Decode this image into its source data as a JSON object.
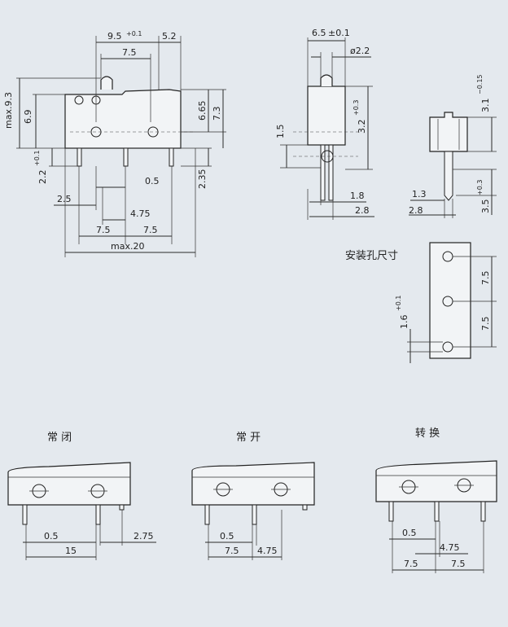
{
  "front_view": {
    "dim_top_left": "9.5",
    "dim_top_left_tol": "+0.1",
    "dim_top_right": "5.2",
    "dim_top_inner": "7.5",
    "dim_max_height": "max.9.3",
    "dim_6_9": "6.9",
    "dim_6_65": "6.65",
    "dim_7_3": "7.3",
    "dim_2_2": "2.2",
    "dim_2_2_tol": "+0.1",
    "dim_2_35": "2.35",
    "dim_0_5": "0.5",
    "dim_2_5": "2.5",
    "dim_4_75": "4.75",
    "dim_7_5_left": "7.5",
    "dim_7_5_right": "7.5",
    "dim_max_width": "max.20"
  },
  "side_view": {
    "dim_width": "6.5",
    "dim_width_tol": "±0.1",
    "dim_diameter": "ø2.2",
    "dim_1_5": "1.5",
    "dim_3_2": "3.2",
    "dim_3_2_tol": "+0.3",
    "dim_1_8": "1.8",
    "dim_2_8": "2.8"
  },
  "end_view": {
    "dim_3_1": "3.1",
    "dim_3_1_tol": "−0.15",
    "dim_1_3": "1.3",
    "dim_2_8": "2.8",
    "dim_3_5": "3.5",
    "dim_3_5_tol": "+0.3"
  },
  "mounting": {
    "title": "安装孔尺寸",
    "dim_1_6": "1.6",
    "dim_1_6_tol": "+0.1",
    "dim_7_5_top": "7.5",
    "dim_7_5_bottom": "7.5"
  },
  "nc": {
    "title": "常 闭",
    "dim_0_5": "0.5",
    "dim_2_75": "2.75",
    "dim_15": "15"
  },
  "no": {
    "title": "常 开",
    "dim_0_5": "0.5",
    "dim_7_5": "7.5",
    "dim_4_75": "4.75"
  },
  "co": {
    "title": "转 换",
    "dim_0_5": "0.5",
    "dim_4_75": "4.75",
    "dim_7_5_left": "7.5",
    "dim_7_5_right": "7.5"
  }
}
